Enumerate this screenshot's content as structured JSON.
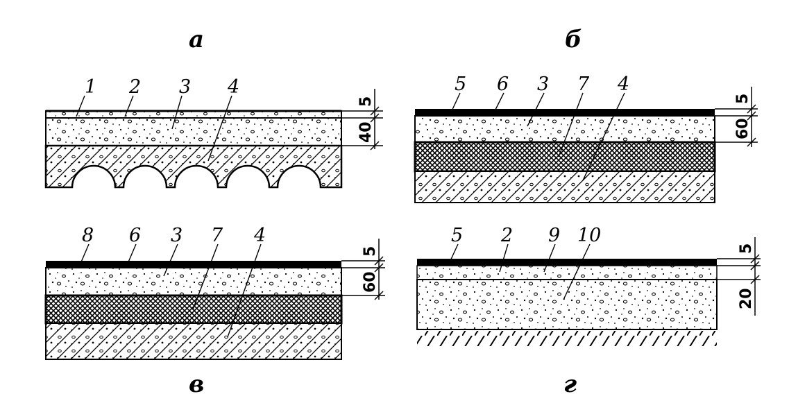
{
  "panels": {
    "a": {
      "title": "а",
      "labels": [
        "1",
        "2",
        "3",
        "4"
      ],
      "dims": [
        "5",
        "40"
      ]
    },
    "b": {
      "title": "б",
      "labels": [
        "5",
        "6",
        "3",
        "7",
        "4"
      ],
      "dims": [
        "5",
        "60"
      ]
    },
    "v": {
      "title": "в",
      "labels": [
        "8",
        "6",
        "3",
        "7",
        "4"
      ],
      "dims": [
        "5",
        "60"
      ]
    },
    "g": {
      "title": "г",
      "labels": [
        "5",
        "2",
        "9",
        "10"
      ],
      "dims": [
        "5",
        "20"
      ]
    }
  }
}
